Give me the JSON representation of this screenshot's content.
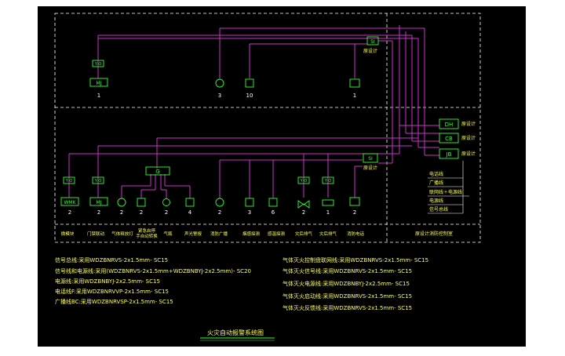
{
  "colors": {
    "background": "#000000",
    "frame": "#ffffff",
    "wire": "#cc33cc",
    "device": "#33ff33",
    "label": "#ffffff",
    "note": "#ffff55",
    "cad_bg": "#000000"
  },
  "upper": {
    "mj_tag": "MJ",
    "mj_count": "1",
    "tg_count": "3",
    "s_count": "10",
    "phone_count": "1",
    "si_tag": "SI",
    "si_note": "原设计"
  },
  "right_panel": {
    "dh": "DH",
    "cb": "CB",
    "jb": "JB",
    "note1": "原设计",
    "note2": "原设计",
    "note3": "原设计",
    "lower_si": "SI",
    "lower_si_note": "原设计",
    "lines": [
      "电话线",
      "广播线",
      "联网线＋电源线",
      "电源线",
      "信号总线"
    ],
    "caption": "原设计消防控制室"
  },
  "lower": {
    "wmk": "WMK",
    "mj": "MJ",
    "g": "G",
    "counts": [
      "2",
      "2",
      "2",
      "2",
      "2",
      "4",
      "2",
      "3",
      "6",
      "2",
      "1",
      "2"
    ],
    "captions": [
      "微模块",
      "门禁联动",
      "气体释放灯",
      "紧急启停\n手自动转换",
      "气瓶",
      "声光警报",
      "消防广播",
      "烟感探测",
      "感温探测",
      "灾后排气",
      "灾后排气",
      "消防电话"
    ]
  },
  "legend_left": [
    "信号总线:采用WDZBNRVS-2x1.5mm- SC15",
    "信号线和电源线:采用(WDZBNRVS-2x1.5mm+WDZBNBYJ-2x2.5mm)- SC20",
    "电源线:采用WDZBNBYJ-2x2.5mm- SC15",
    "电话线F:采用WDZBNRVVP-2x1.5mm- SC15",
    "广播线BC:采用WDZBNRVSP-2x1.5mm- SC15"
  ],
  "legend_right": [
    "气体灭火控制盘联网线:采用WDZBNRVS-2x1.5mm- SC15",
    "气体灭火信号线:采用WDZBNRVS-2x1.5mm- SC15",
    "气体灭火电源线:采用WDZBNBYJ-2x2.5mm- SC15",
    "气体灭火启动线:采用WDZBNRVS-2x1.5mm- SC15",
    "气体灭火反馈线:采用WDZBNRVS-2x1.5mm- SC15"
  ],
  "diagram_title": "火灾自动报警系统图"
}
